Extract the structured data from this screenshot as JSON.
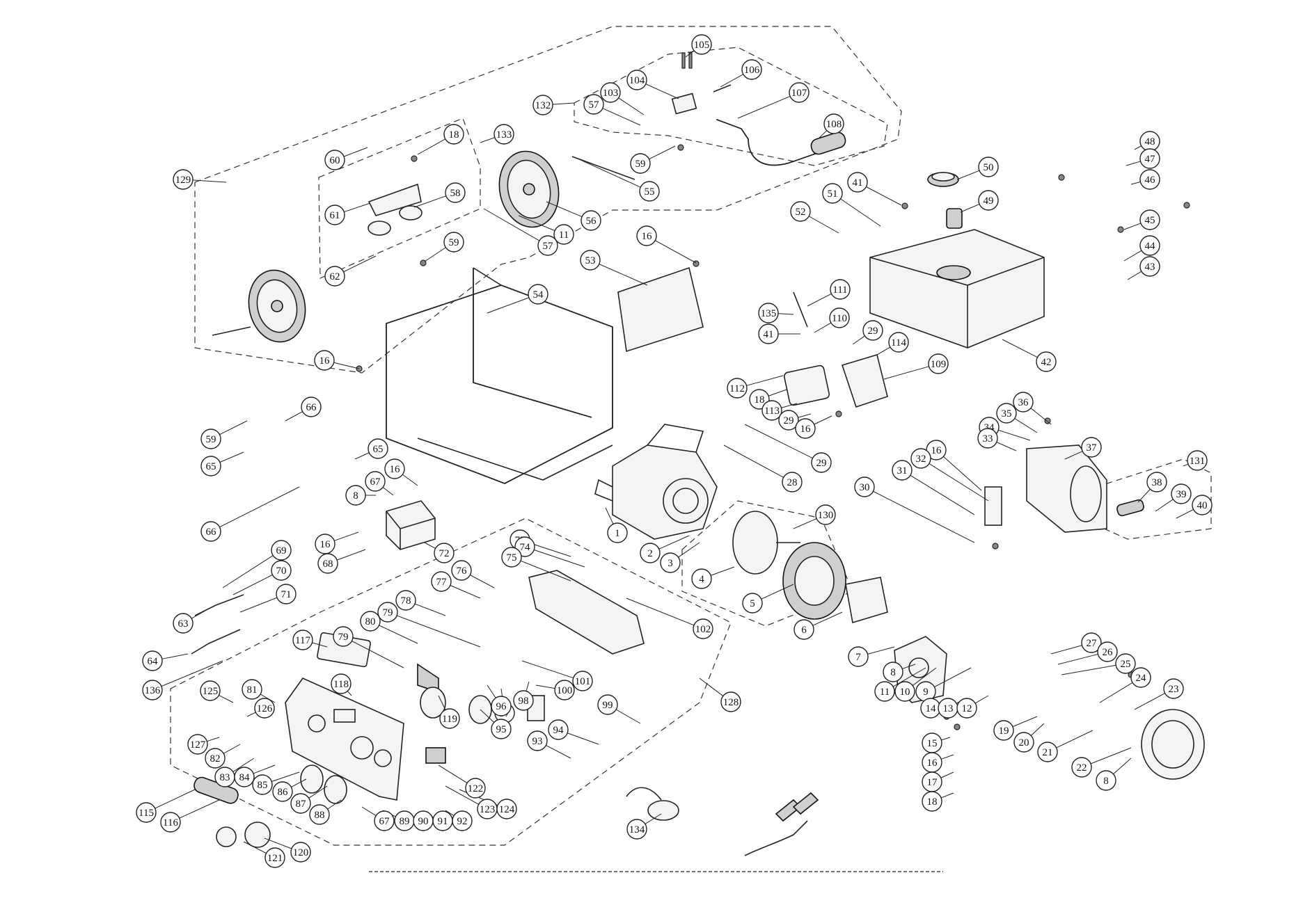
{
  "diagram": {
    "callouts": [
      "1",
      "2",
      "3",
      "4",
      "5",
      "6",
      "7",
      "8",
      "9",
      "10",
      "11",
      "12",
      "13",
      "14",
      "15",
      "16",
      "17",
      "18",
      "19",
      "20",
      "21",
      "22",
      "23",
      "24",
      "25",
      "26",
      "27",
      "28",
      "29",
      "30",
      "31",
      "32",
      "33",
      "34",
      "35",
      "36",
      "37",
      "38",
      "39",
      "40",
      "41",
      "42",
      "43",
      "44",
      "45",
      "46",
      "47",
      "48",
      "49",
      "50",
      "51",
      "52",
      "53",
      "54",
      "55",
      "56",
      "57",
      "58",
      "59",
      "60",
      "61",
      "62",
      "63",
      "64",
      "65",
      "66",
      "67",
      "68",
      "69",
      "70",
      "71",
      "72",
      "73",
      "74",
      "75",
      "76",
      "77",
      "78",
      "79",
      "80",
      "81",
      "82",
      "83",
      "84",
      "85",
      "86",
      "87",
      "88",
      "89",
      "90",
      "91",
      "92",
      "93",
      "94",
      "95",
      "96",
      "97",
      "98",
      "99",
      "100",
      "101",
      "102",
      "103",
      "104",
      "105",
      "106",
      "107",
      "108",
      "109",
      "110",
      "111",
      "112",
      "113",
      "114",
      "115",
      "116",
      "117",
      "118",
      "119",
      "120",
      "121",
      "122",
      "123",
      "124",
      "125",
      "126",
      "127",
      "128",
      "129",
      "130",
      "131",
      "132",
      "133",
      "134",
      "135",
      "136"
    ],
    "labels": {
      "c105": "105",
      "c106": "106",
      "c104": "104",
      "c103": "103",
      "c57a": "57",
      "c132": "132",
      "c107": "107",
      "c108": "108",
      "c59a": "59",
      "c55": "55",
      "c133": "133",
      "c18a": "18",
      "c60": "60",
      "c58": "58",
      "c61": "61",
      "c129": "129",
      "c56": "56",
      "c11a": "11",
      "c57b": "57",
      "c59b": "59",
      "c62": "62",
      "c16a": "16",
      "c53": "53",
      "c54": "54",
      "c16b": "16",
      "c41a": "41",
      "c51": "51",
      "c52": "52",
      "c50": "50",
      "c49": "49",
      "c48": "48",
      "c47": "47",
      "c46": "46",
      "c45": "45",
      "c44": "44",
      "c43": "43",
      "c42": "42",
      "c111": "111",
      "c135": "135",
      "c110": "110",
      "c41b": "41",
      "c29a": "29",
      "c114": "114",
      "c109": "109",
      "c112": "112",
      "c18b": "18",
      "c113": "113",
      "c29b": "29",
      "c16c": "16",
      "c29c": "29",
      "c66a": "66",
      "c59c": "59",
      "c65a": "65",
      "c65b": "65",
      "c16d": "16",
      "c67a": "67",
      "c8a": "8",
      "c66b": "66",
      "c16e": "16",
      "c68": "68",
      "c72": "72",
      "c36": "36",
      "c35": "35",
      "c34": "34",
      "c33": "33",
      "c37": "37",
      "c16f": "16",
      "c32": "32",
      "c31": "31",
      "c30": "30",
      "c28": "28",
      "c131": "131",
      "c38": "38",
      "c39": "39",
      "c40": "40",
      "c130": "130",
      "c1": "1",
      "c2": "2",
      "c3": "3",
      "c4": "4",
      "c5": "5",
      "c6": "6",
      "c7": "7",
      "c8b": "8",
      "c11b": "11",
      "c10": "10",
      "c9": "9",
      "c27": "27",
      "c26": "26",
      "c25": "25",
      "c24": "24",
      "c23": "23",
      "c14": "14",
      "c13": "13",
      "c12": "12",
      "c19": "19",
      "c20": "20",
      "c21": "21",
      "c22": "22",
      "c8c": "8",
      "c15": "15",
      "c16g": "16",
      "c17": "17",
      "c18c": "18",
      "c69": "69",
      "c70": "70",
      "c71": "71",
      "c63": "63",
      "c64": "64",
      "c136": "136",
      "c73": "73",
      "c74": "74",
      "c75": "75",
      "c76": "76",
      "c77": "77",
      "c78": "78",
      "c79a": "79",
      "c80": "80",
      "c102": "102",
      "c117": "117",
      "c79b": "79",
      "c118": "118",
      "c101": "101",
      "c100": "100",
      "c98": "98",
      "c97": "97",
      "c96": "96",
      "c95": "95",
      "c119": "119",
      "c128": "128",
      "c99": "99",
      "c94": "94",
      "c93": "93",
      "c125": "125",
      "c81": "81",
      "c126": "126",
      "c127": "127",
      "c82": "82",
      "c83": "83",
      "c84": "84",
      "c85": "85",
      "c86": "86",
      "c87": "87",
      "c88": "88",
      "c122": "122",
      "c123": "123",
      "c124": "124",
      "c67b": "67",
      "c89": "89",
      "c90": "90",
      "c91": "91",
      "c92": "92",
      "c115": "115",
      "c116": "116",
      "c121": "121",
      "c120": "120",
      "c134": "134"
    }
  }
}
